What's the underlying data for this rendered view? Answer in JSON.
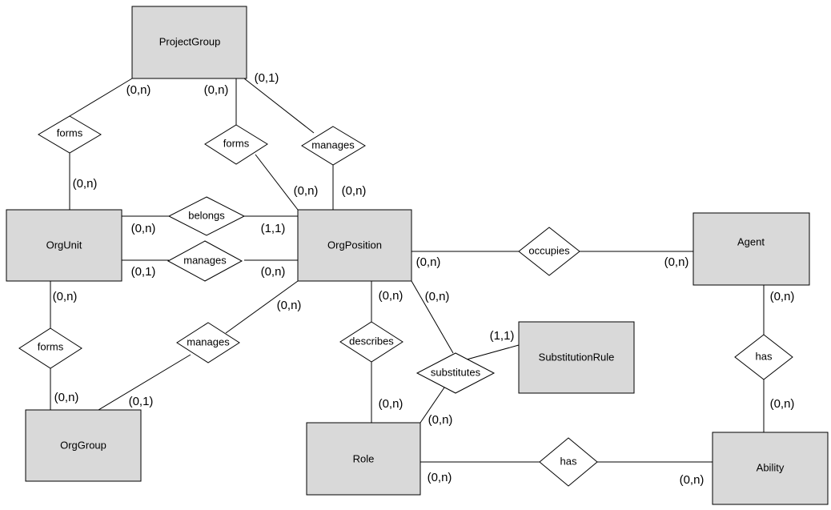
{
  "entities": {
    "projectgroup": "ProjectGroup",
    "orgunit": "OrgUnit",
    "orgposition": "OrgPosition",
    "agent": "Agent",
    "orggroup": "OrgGroup",
    "role": "Role",
    "substitutionrule": "SubstitutionRule",
    "ability": "Ability"
  },
  "relationships": {
    "forms_pg_ou": "forms",
    "forms_pg_op": "forms",
    "manages_pg_op": "manages",
    "belongs": "belongs",
    "manages_ou_op": "manages",
    "occupies": "occupies",
    "forms_ou_og": "forms",
    "manages_og_op": "manages",
    "describes": "describes",
    "substitutes": "substitutes",
    "has_agent_ability": "has",
    "has_role_ability": "has"
  },
  "cardinalities": {
    "pg_forms_ou_pg": "(0,n)",
    "pg_forms_op_pg": "(0,n)",
    "pg_manages_pg": "(0,1)",
    "forms_ou_ou": "(0,n)",
    "forms_op_op": "(0,n)",
    "manages_op_op": "(0,n)",
    "belongs_ou": "(0,n)",
    "belongs_op": "(1,1)",
    "manages_ou_ou": "(0,1)",
    "manages_ou_op": "(0,n)",
    "occupies_op": "(0,n)",
    "occupies_agent": "(0,n)",
    "ou_forms_og_ou": "(0,n)",
    "ou_forms_og_og": "(0,n)",
    "og_manages_op": "(0,n)",
    "og_manages_og": "(0,1)",
    "describes_op": "(0,n)",
    "describes_role": "(0,n)",
    "substitutes_op": "(0,n)",
    "substitutes_rule": "(1,1)",
    "substitutes_role": "(0,n)",
    "agent_has": "(0,n)",
    "ability_has": "(0,n)",
    "role_has": "(0,n)",
    "ability_has_role": "(0,n)"
  }
}
